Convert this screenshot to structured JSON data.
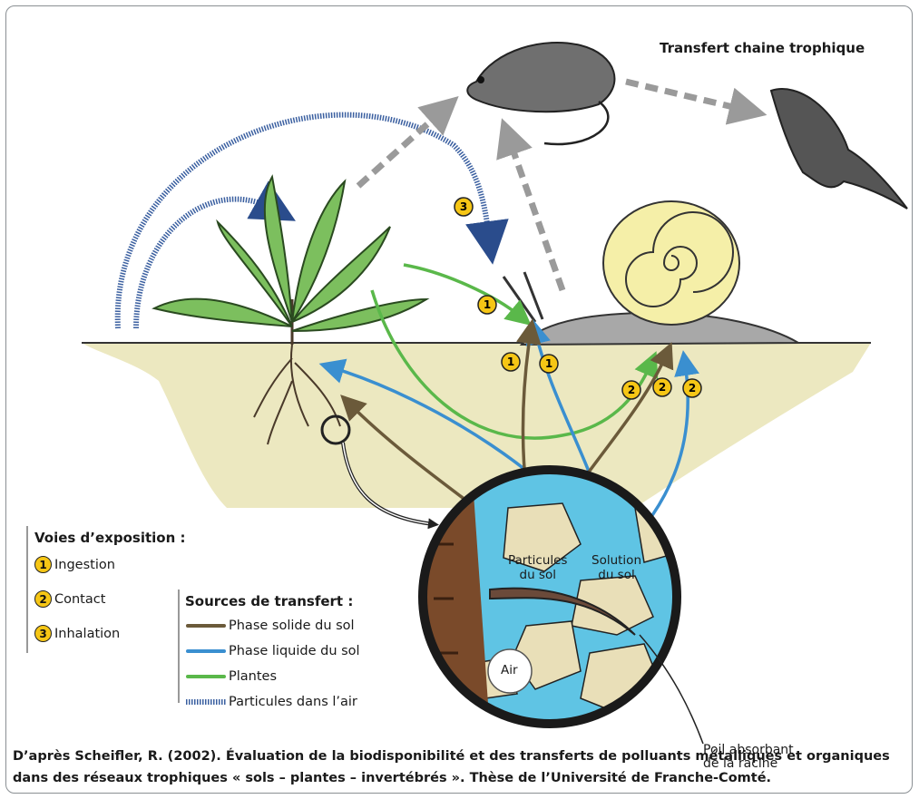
{
  "title": "Transfert chaine trophique",
  "exposure": {
    "heading": "Voies d’exposition :",
    "items": [
      {
        "num": "1",
        "label": "Ingestion"
      },
      {
        "num": "2",
        "label": "Contact"
      },
      {
        "num": "3",
        "label": "Inhalation"
      }
    ]
  },
  "sources": {
    "heading": "Sources de transfert :",
    "items": [
      {
        "label": "Phase solide du sol",
        "color": "#6b5a3a"
      },
      {
        "label": "Phase liquide du sol",
        "color": "#3a8fd0"
      },
      {
        "label": "Plantes",
        "color": "#5ab84a"
      },
      {
        "label": "Particules dans l’air",
        "color": "#3a5fa0"
      }
    ]
  },
  "circle": {
    "particules": "Particules\ndu sol",
    "solution": "Solution\ndu sol",
    "air": "Air"
  },
  "poil": "Poil absorbant\nde la racine",
  "caption": "D’après Scheifler, R. (2002). Évaluation de la biodisponibilité et des transferts de polluants métalliques et organiques dans des réseaux trophiques « sols – plantes – invertébrés ». Thèse de l’Université de Franche-Comté.",
  "badges": {
    "one": "1",
    "two": "2",
    "three": "3"
  }
}
